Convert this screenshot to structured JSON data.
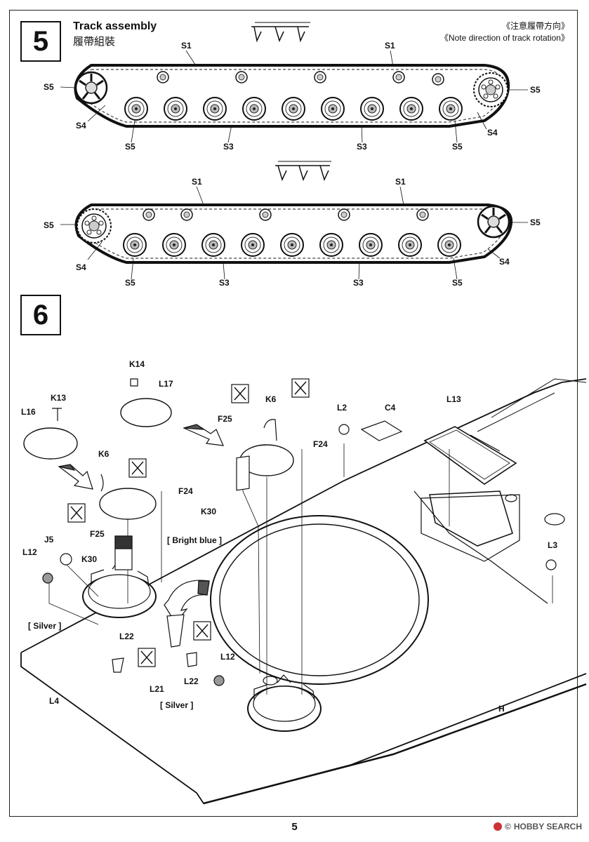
{
  "page": {
    "number": "5"
  },
  "step5": {
    "number": "5",
    "title": "Track assembly",
    "subtitle": "履帶組裝",
    "note_cn": "《注意履帶方向》",
    "note_en": "《Note direction of track rotation》",
    "track1": {
      "top_left": "S1",
      "top_right": "S1",
      "left_end": "S5",
      "right_end": "S5",
      "left_bottom": "S4",
      "right_bottom": "S4",
      "bottom": [
        "S5",
        "S3",
        "S3",
        "S5"
      ]
    },
    "track2": {
      "top_left": "S1",
      "top_right": "S1",
      "left_end": "S5",
      "right_end": "S5",
      "left_bottom": "S4",
      "right_bottom": "S4",
      "bottom": [
        "S5",
        "S3",
        "S3",
        "S5"
      ]
    }
  },
  "step6": {
    "number": "6",
    "labels": {
      "k14": "K14",
      "l17": "L17",
      "k13": "K13",
      "l16": "L16",
      "k6_left": "K6",
      "f24_left": "F24",
      "f25_left": "F25",
      "k30_left": "K30",
      "bright_blue": "[ Bright blue ]",
      "j5": "J5",
      "l12_left": "L12",
      "silver_left": "[ Silver ]",
      "l22_left": "L22",
      "l21": "L21",
      "l22_right": "L22",
      "l4": "L4",
      "l12_right": "L12",
      "silver_right": "[ Silver ]",
      "f25_right": "F25",
      "k6_right": "K6",
      "f24_right": "F24",
      "k30_right": "K30",
      "l2": "L2",
      "c4": "C4",
      "l13": "L13",
      "l3": "L3",
      "h": "H"
    }
  },
  "watermark": {
    "text": "HOBBY SEARCH",
    "prefix": "© "
  }
}
